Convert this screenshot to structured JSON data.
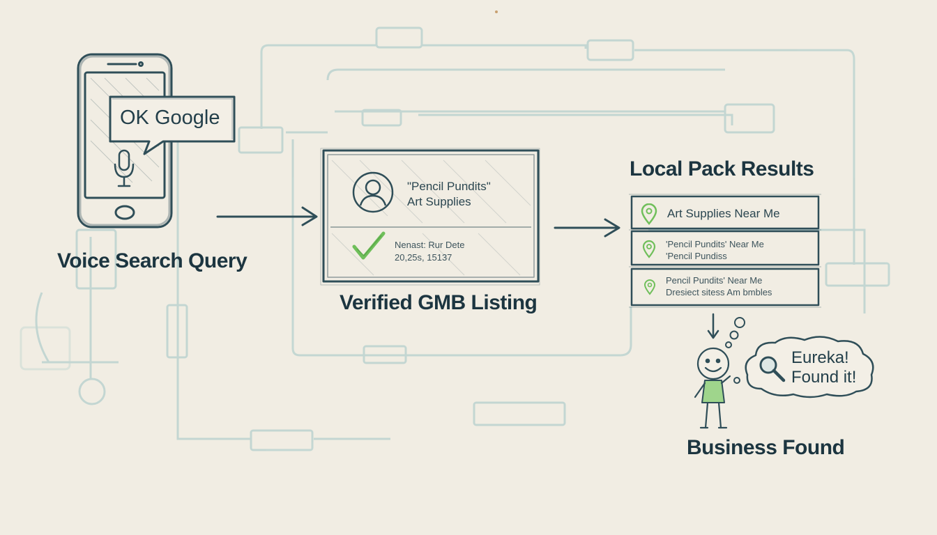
{
  "phone": {
    "bubble_text": "OK Google",
    "label": "Voice Search Query"
  },
  "gmb": {
    "business_name": "\"Pencil Pundits\"",
    "business_category": "Art Supplies",
    "status_line1": "Nenast: Rur Dete",
    "status_line2": "20,25s, 15137",
    "label": "Verified GMB Listing"
  },
  "local_pack": {
    "title": "Local Pack Results",
    "results": [
      {
        "lines": [
          "Art Supplies Near Me"
        ]
      },
      {
        "lines": [
          "'Pencil Pundits' Near Me",
          "'Pencil Pundiss"
        ]
      },
      {
        "lines": [
          "Pencil Pundits' Near Me",
          "Dresiect sitess Am bmbles"
        ]
      }
    ]
  },
  "found": {
    "thought_line1": "Eureka!",
    "thought_line2": "Found it!",
    "label": "Business Found"
  },
  "colors": {
    "ink": "#2f4e58",
    "accent_green": "#6fbf5a",
    "faint_line": "#bcd3d0",
    "paper": "#f1ede3"
  }
}
